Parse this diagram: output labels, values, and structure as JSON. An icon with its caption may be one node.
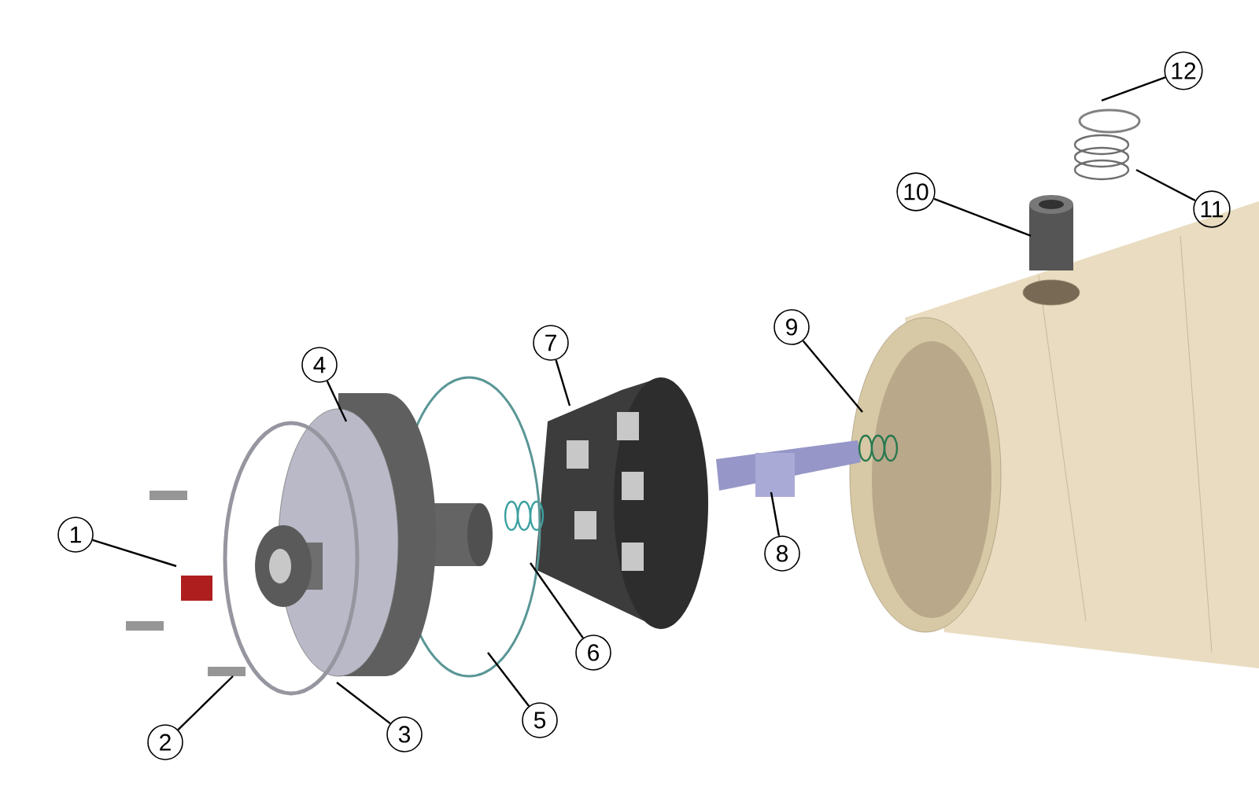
{
  "diagram": {
    "nodes": [
      {
        "text": [
          "1"
        ]
      },
      {
        "text": [
          "2"
        ]
      },
      {
        "text": [
          "3"
        ]
      },
      {
        "text": [
          "4"
        ]
      },
      {
        "text": [
          "5"
        ]
      },
      {
        "text": [
          "6"
        ]
      },
      {
        "text": [
          "7"
        ]
      },
      {
        "text": [
          "8"
        ]
      },
      {
        "text": [
          "9"
        ]
      },
      {
        "text": [
          "10"
        ]
      },
      {
        "text": [
          "11"
        ]
      },
      {
        "text": [
          "12"
        ]
      }
    ],
    "edges": [
      {
        "from": 0,
        "to": null,
        "arrow": "none"
      },
      {
        "from": 1,
        "to": null,
        "arrow": "none"
      },
      {
        "from": 2,
        "to": null,
        "arrow": "none"
      },
      {
        "from": 3,
        "to": null,
        "arrow": "none"
      },
      {
        "from": 4,
        "to": null,
        "arrow": "none"
      },
      {
        "from": 5,
        "to": null,
        "arrow": "none"
      },
      {
        "from": 6,
        "to": null,
        "arrow": "none"
      },
      {
        "from": 7,
        "to": null,
        "arrow": "none"
      },
      {
        "from": 8,
        "to": null,
        "arrow": "none"
      },
      {
        "from": 9,
        "to": null,
        "arrow": "none"
      },
      {
        "from": 10,
        "to": null,
        "arrow": "none"
      },
      {
        "from": 11,
        "to": null,
        "arrow": "none"
      }
    ]
  }
}
